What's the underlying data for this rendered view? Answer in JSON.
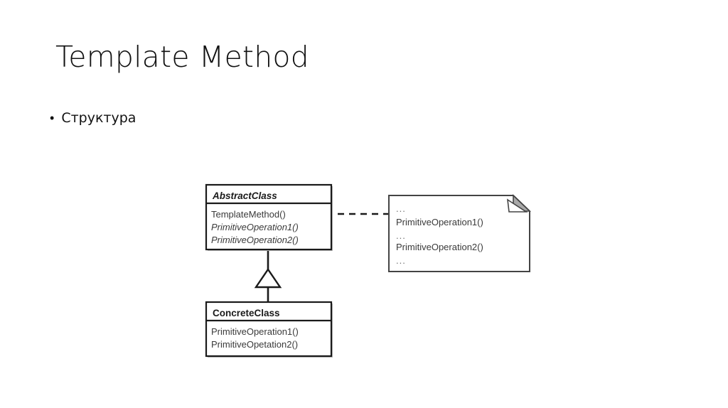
{
  "slide": {
    "title": "Template Method",
    "bullet_marker": "•",
    "bullets": [
      {
        "text": "Структура"
      }
    ],
    "background_color": "#ffffff",
    "text_color": "#111111"
  },
  "diagram": {
    "kind": "uml-class-diagram",
    "line_color": "#1a1a1a",
    "fold_fill_color": "#a9a9a9",
    "classes": [
      {
        "id": "abstract-class",
        "name": "AbstractClass",
        "name_style": "bold-italic",
        "members": [
          {
            "label": "TemplateMethod()",
            "style": "regular"
          },
          {
            "label": "PrimitiveOperation1()",
            "style": "italic"
          },
          {
            "label": "PrimitiveOperation2()",
            "style": "italic"
          }
        ]
      },
      {
        "id": "concrete-class",
        "name": "ConcreteClass",
        "name_style": "bold",
        "members": [
          {
            "label": "PrimitiveOperation1()",
            "style": "regular"
          },
          {
            "label": "PrimitiveOpetation2()",
            "style": "regular"
          }
        ]
      }
    ],
    "note": {
      "id": "template-method-note",
      "lines": [
        "...",
        "PrimitiveOperation1()",
        "...",
        "PrimitiveOperation2()",
        "..."
      ]
    },
    "connectors": [
      {
        "id": "generalization",
        "type": "generalization",
        "from": "concrete-class",
        "to": "abstract-class",
        "style": "solid-hollow-triangle"
      },
      {
        "id": "note-anchor",
        "type": "note-link",
        "from": "abstract-class.TemplateMethod()",
        "to": "template-method-note",
        "style": "dashed-ball"
      }
    ]
  }
}
